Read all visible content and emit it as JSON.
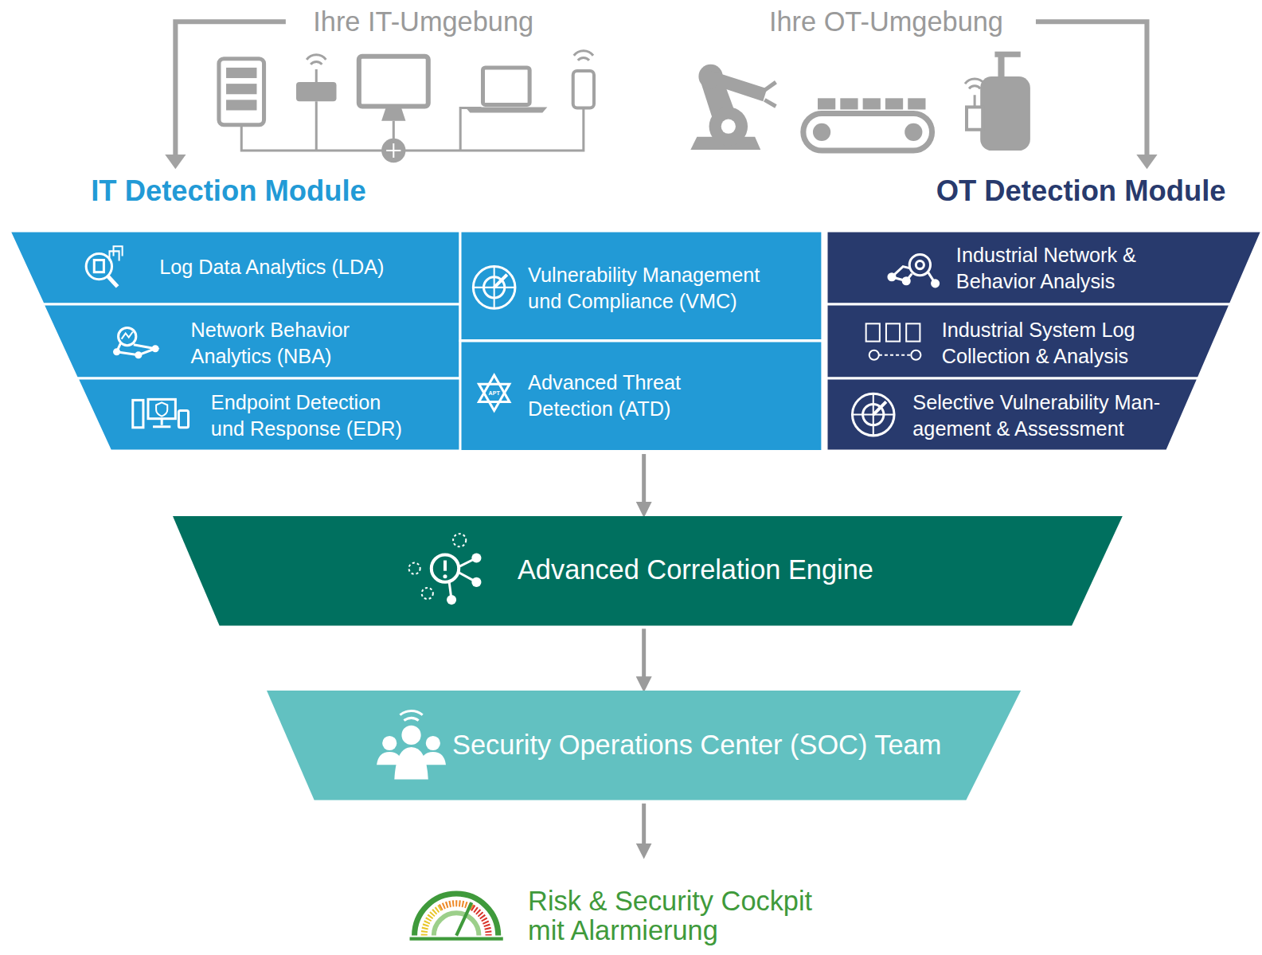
{
  "diagram": {
    "nodes": [
      {
        "text": [
          "IT Detection Module"
        ]
      },
      {
        "text": [
          "Log Data Analytics (LDA)"
        ],
        "in": 0
      },
      {
        "text": [
          "Network Behavior Analytics (NBA)"
        ],
        "in": 0
      },
      {
        "text": [
          "Endpoint Detection und Response (EDR)"
        ],
        "in": 0
      },
      {
        "text": [
          "Vulnerability Management und Compliance (VMC)"
        ],
        "in": 0
      },
      {
        "text": [
          "Advanced Threat Detection (ATD)"
        ],
        "in": 0
      },
      {
        "text": [
          "OT Detection Module"
        ]
      },
      {
        "text": [
          "Industrial Network & Behavior Analysis"
        ],
        "in": 6
      },
      {
        "text": [
          "Industrial System Log Collection & Analysis"
        ],
        "in": 6
      },
      {
        "text": [
          "Selective Vulnerability Man- agement & Assessment"
        ],
        "in": 6
      },
      {
        "text": [
          "Advanced Correlation Engine"
        ]
      },
      {
        "text": [
          "Security Operations Center (SOC) Team"
        ]
      },
      {
        "text": [
          "Risk & Security Cockpit mit Alarmierung"
        ]
      }
    ],
    "edges": [
      {
        "from": 0,
        "to": 10,
        "arrow": "to"
      },
      {
        "from": 10,
        "to": 11,
        "arrow": "to"
      },
      {
        "from": 11,
        "to": 12,
        "arrow": "to"
      }
    ],
    "labels": [
      "Ihre IT-Umgebung",
      "Ihre OT-Umgebung",
      "APT"
    ]
  }
}
